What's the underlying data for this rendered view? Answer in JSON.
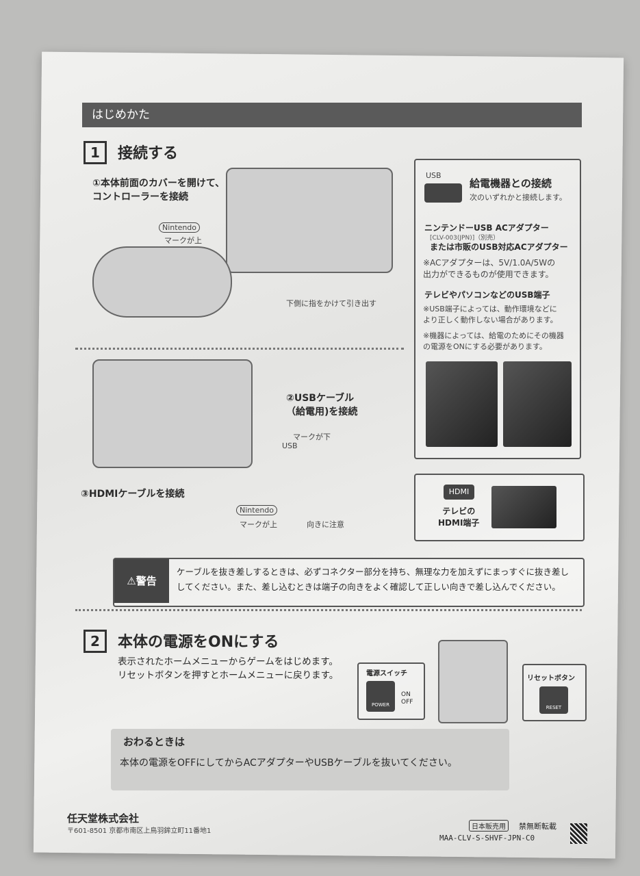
{
  "header": "はじめかた",
  "step1": {
    "number": "1",
    "title": "接続する",
    "sub1": "①本体前面のカバーを開けて、\nコントローラーを接続",
    "nintendo_logo": "Nintendo",
    "mark_up": "マークが上",
    "pull_note": "下側に指をかけて引き出す",
    "sub2": "②USBケーブル\n（給電用)を接続",
    "mark_down": "マークが下",
    "usb_label": "USB",
    "sub3": "③HDMIケーブルを接続",
    "mark_up2": "マークが上",
    "direction_note": "向きに注意"
  },
  "power_box": {
    "usb": "USB",
    "title": "給電機器との接続",
    "subtitle": "次のいずれかと接続します。",
    "opt1": "ニンテンドーUSB ACアダプター",
    "opt1_model": "[CLV-003(JPN)]（別売）",
    "opt1_alt": "または市販のUSB対応ACアダプター",
    "opt1_note": "※ACアダプターは、5V/1.0A/5Wの\n出力ができるものが使用できます。",
    "opt2": "テレビやパソコンなどのUSB端子",
    "opt2_note1": "※USB端子によっては、動作環境などに\nより正しく動作しない場合があります。",
    "opt2_note2": "※機器によっては、給電のためにその機器\nの電源をONにする必要があります。"
  },
  "hdmi_box": {
    "hdmi": "HDMI",
    "label": "テレビの\nHDMI端子"
  },
  "warning": {
    "label": "警告",
    "text": "ケーブルを抜き差しするときは、必ずコネクター部分を持ち、無理な力を加えずにまっすぐに抜き差し\nしてください。また、差し込むときは端子の向きをよく確認して正しい向きで差し込んでください。"
  },
  "step2": {
    "number": "2",
    "title": "本体の電源をONにする",
    "desc": "表示されたホームメニューからゲームをはじめます。\nリセットボタンを押すとホームメニューに戻ります。",
    "power_switch": "電源スイッチ",
    "on": "ON",
    "off": "OFF",
    "power": "POWER",
    "reset_label": "リセットボタン",
    "reset": "RESET"
  },
  "ending": {
    "title": "おわるときは",
    "text": "本体の電源をOFFにしてからACアダプターやUSBケーブルを抜いてください。"
  },
  "footer": {
    "company": "任天堂株式会社",
    "address": "〒601-8501 京都市南区上鳥羽鉾立町11番地1",
    "sale": "日本販売用",
    "copyright": "禁無断転載",
    "code": "MAA-CLV-S-SHVF-JPN-C0"
  }
}
